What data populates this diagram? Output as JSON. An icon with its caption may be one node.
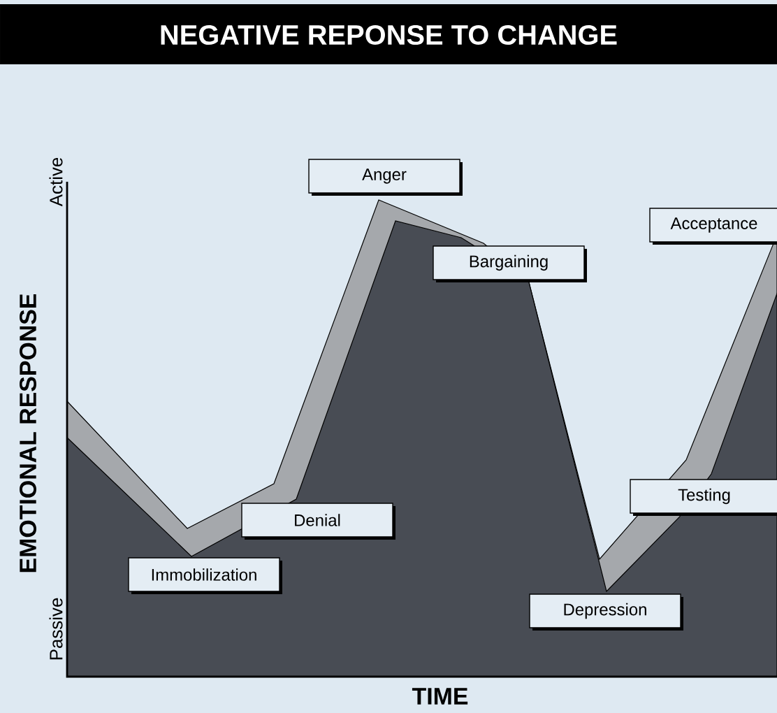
{
  "diagram": {
    "title": "NEGATIVE REPONSE TO CHANGE",
    "nodes": [
      {
        "text": [
          "Anger"
        ]
      },
      {
        "text": [
          "Acceptance"
        ]
      },
      {
        "text": [
          "Bargaining"
        ]
      },
      {
        "text": [
          "Denial"
        ]
      },
      {
        "text": [
          "Testing"
        ]
      },
      {
        "text": [
          "Immobilization"
        ]
      },
      {
        "text": [
          "Depression"
        ]
      }
    ],
    "labels": [
      "Active",
      "EMOTIONAL RESPONSE",
      "Passive",
      "TIME"
    ]
  }
}
